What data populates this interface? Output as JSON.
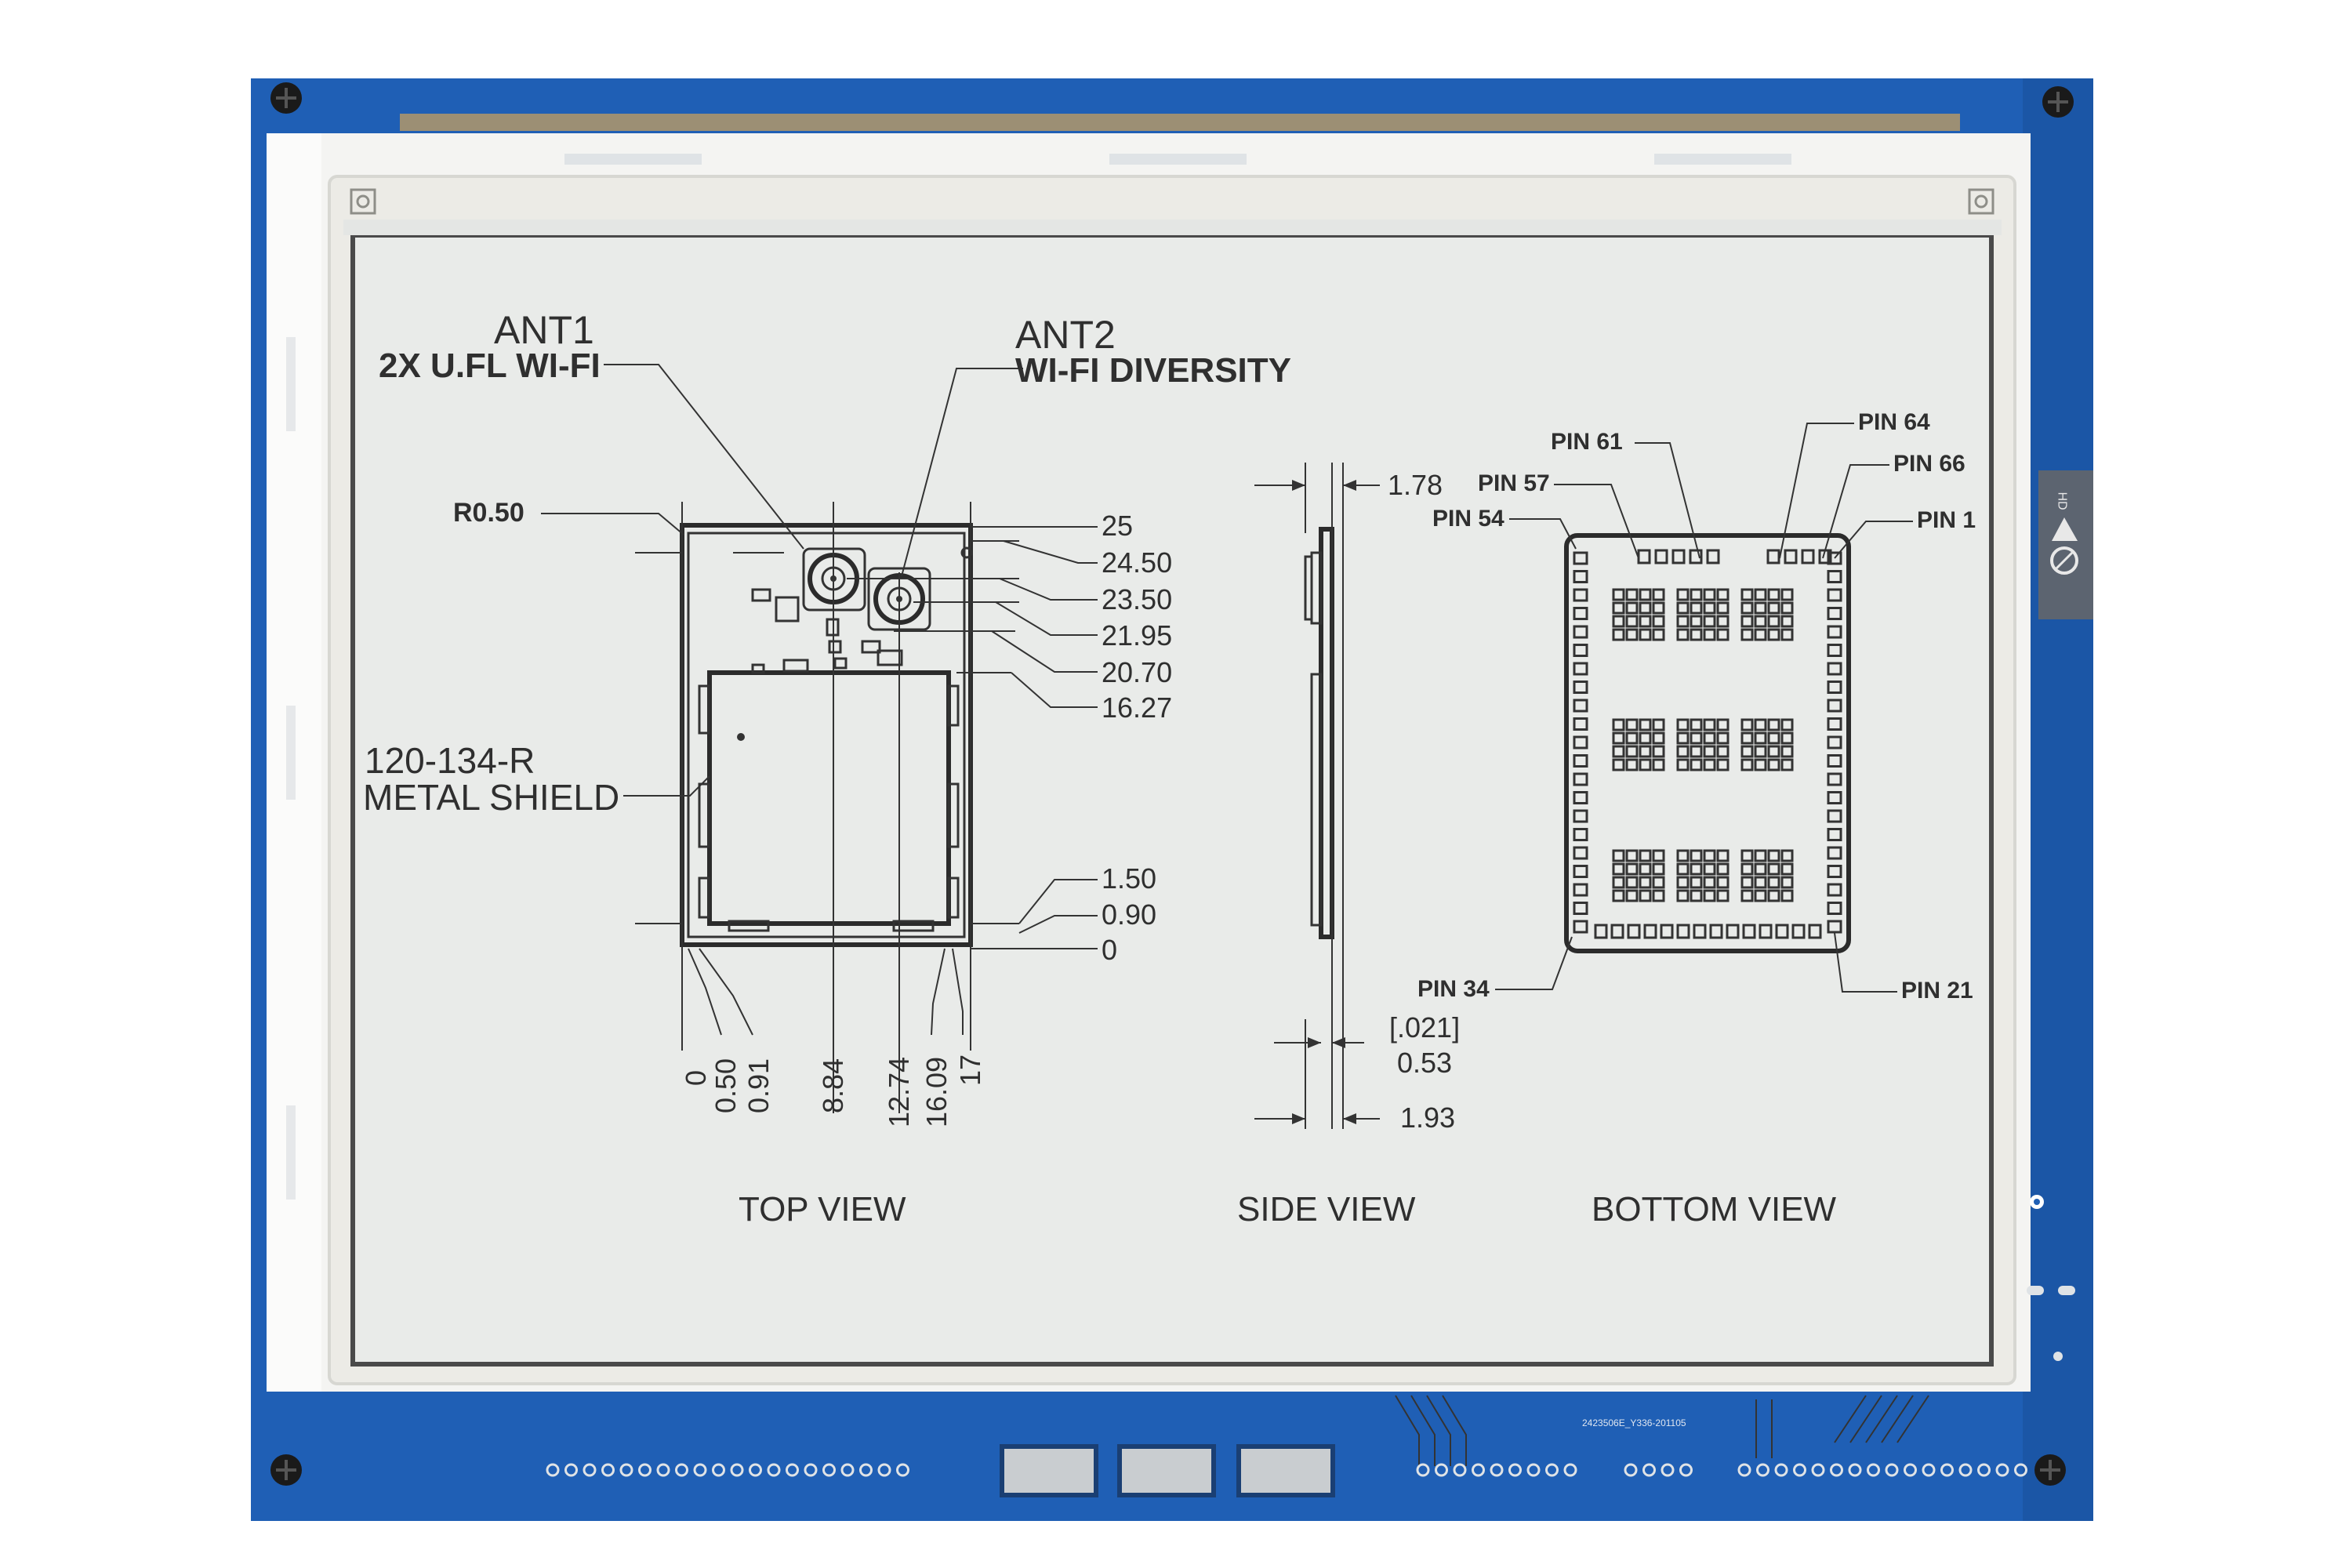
{
  "colors": {
    "pcb": "#1f5fb5",
    "pcb_dark": "#174c95",
    "bezel": "#f3f3f1",
    "epaper": "#e9ebe9",
    "ink": "#2f2f2f",
    "pad": "#c9cdd0"
  },
  "icons": {
    "esd": "esd-warning-icon",
    "pb": "pb-free-icon",
    "screw": "screw-icon"
  },
  "top_view": {
    "ant1_title": "ANT1",
    "ant1_sub": "2X U.FL WI-FI",
    "ant2_title": "ANT2",
    "ant2_sub": "WI-FI DIVERSITY",
    "radius": "R0.50",
    "shield_part": "120-134-R",
    "shield_name": "METAL SHIELD",
    "right_dims": [
      "25",
      "24.50",
      "23.50",
      "21.95",
      "20.70",
      "16.27",
      "1.50",
      "0.90",
      "0"
    ],
    "bottom_dims": [
      "0",
      "0.50",
      "0.91",
      "8.84",
      "12.74",
      "16.09",
      "17"
    ],
    "caption": "TOP VIEW"
  },
  "side_view": {
    "dim_top": "1.78",
    "dim_mid_bracket": "[.021]",
    "dim_mid": "0.53",
    "dim_bottom": "1.93",
    "caption": "SIDE VIEW"
  },
  "bottom_view": {
    "pin_labels": [
      "PIN 61",
      "PIN 64",
      "PIN 66",
      "PIN 57",
      "PIN 54",
      "PIN 1",
      "PIN 34",
      "PIN 21"
    ],
    "caption": "BOTTOM VIEW"
  },
  "board": {
    "silk_code": "2423506E_Y336-201105",
    "hd_mark": "HD"
  }
}
